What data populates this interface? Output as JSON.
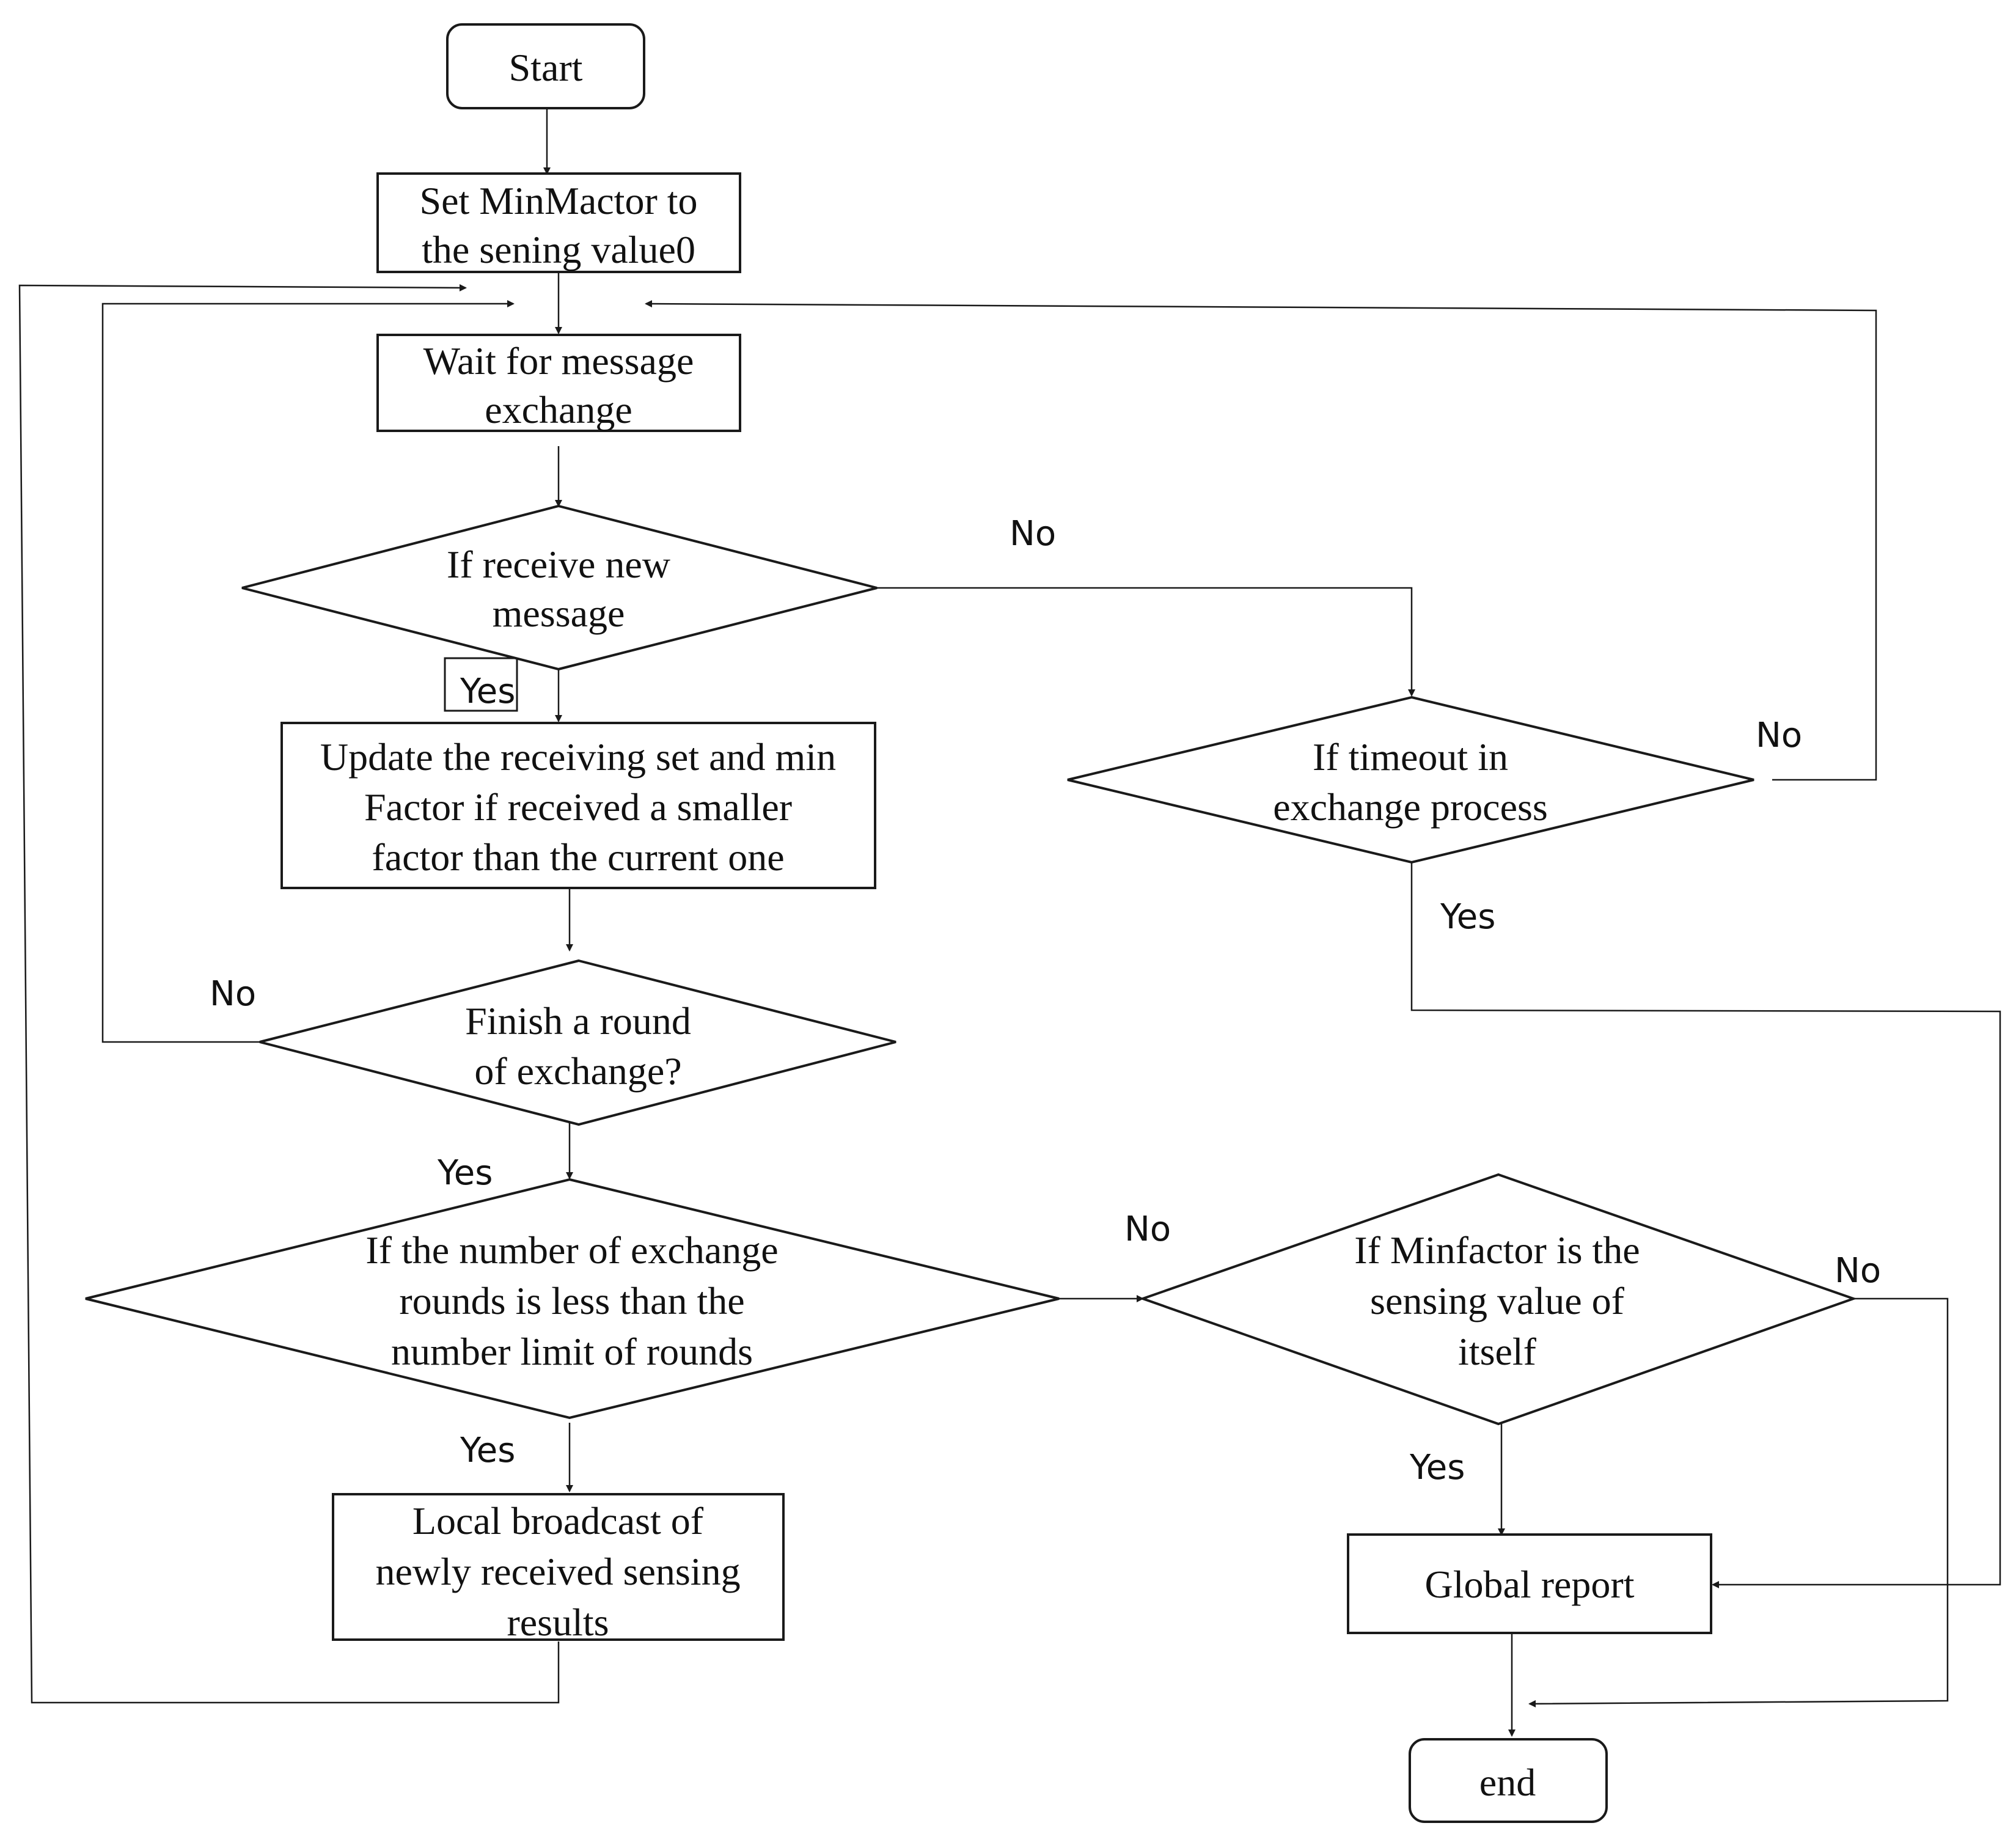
{
  "nodes": {
    "start": {
      "text": "Start"
    },
    "set_minfactor": {
      "line1": "Set MinMactor to",
      "line2": "the sening value0"
    },
    "wait_exchange": {
      "line1": "Wait for message",
      "line2": "exchange"
    },
    "receive_new": {
      "line1": "If receive new",
      "line2": "message"
    },
    "update_set": {
      "line1": "Update the receiving set and min",
      "line2": "Factor if received a smaller",
      "line3": "factor than the current one"
    },
    "timeout_check": {
      "line1": "If timeout in",
      "line2": "exchange process"
    },
    "finish_round": {
      "line1": "Finish a round",
      "line2": "of exchange?"
    },
    "rounds_limit": {
      "line1": "If the number of exchange",
      "line2": "rounds is less than the",
      "line3": "number limit of rounds"
    },
    "minfactor_self": {
      "line1": "If Minfactor is the",
      "line2": "sensing value of",
      "line3": "itself"
    },
    "local_broadcast": {
      "line1": "Local broadcast of",
      "line2": "newly received sensing",
      "line3": "results"
    },
    "global_report": {
      "text": "Global report"
    },
    "end": {
      "text": "end"
    }
  },
  "edge_labels": {
    "receive_no": "No",
    "receive_yes": "Yes",
    "timeout_no": "No",
    "timeout_yes": "Yes",
    "finish_no": "No",
    "finish_yes": "Yes",
    "rounds_no": "No",
    "rounds_yes": "Yes",
    "minfactor_no": "No",
    "minfactor_yes": "Yes"
  },
  "colors": {
    "stroke": "#1a1a1a",
    "fill": "#ffffff",
    "text": "#111111"
  }
}
